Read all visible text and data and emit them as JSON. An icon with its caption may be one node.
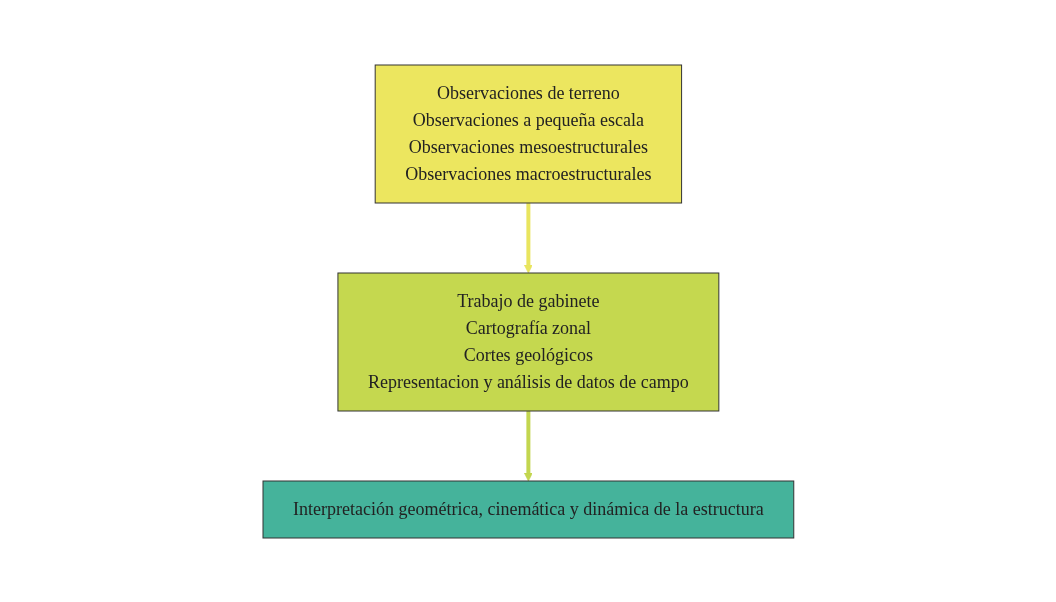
{
  "diagram": {
    "nodes": [
      {
        "text": [
          "Observaciones de terreno",
          "Observaciones a pequeña escala",
          "Observaciones mesoestructurales",
          "Observaciones macroestructurales"
        ]
      },
      {
        "text": [
          "Trabajo de gabinete",
          "Cartografía zonal",
          "Cortes geológicos",
          "Representacion y análisis de datos de campo"
        ]
      },
      {
        "text": [
          "Interpretación geométrica, cinemática y dinámica de la estructura"
        ]
      }
    ],
    "edges": [
      {
        "from": 0,
        "to": 1,
        "arrow": "to",
        "color": "#e9e55f"
      },
      {
        "from": 1,
        "to": 2,
        "arrow": "to",
        "color": "#c3d64f"
      }
    ]
  }
}
